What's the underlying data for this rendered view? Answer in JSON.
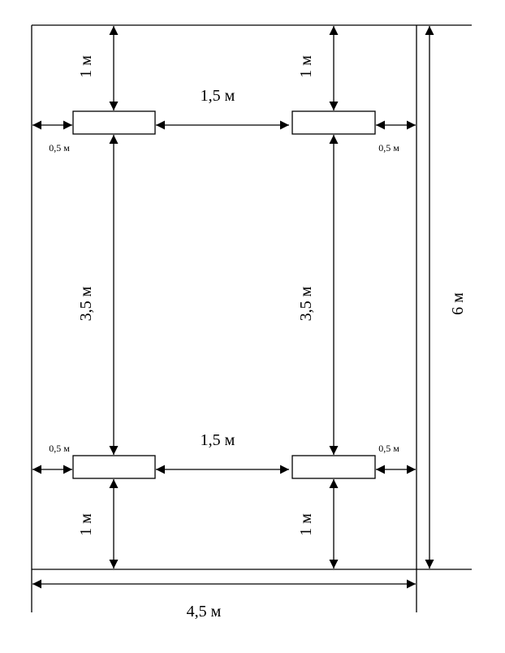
{
  "labels": {
    "top_left_vertical": "1 м",
    "top_right_vertical": "1 м",
    "top_middle_horizontal": "1,5 м",
    "top_left_edge": "0,5 м",
    "top_right_edge": "0,5 м",
    "middle_left_vertical": "3,5 м",
    "middle_right_vertical": "3,5 м",
    "total_height": "6 м",
    "bottom_left_edge": "0,5 м",
    "bottom_right_edge": "0,5 м",
    "bottom_middle_horizontal": "1,5 м",
    "bottom_left_vertical": "1 м",
    "bottom_right_vertical": "1 м",
    "total_width": "4,5 м"
  }
}
